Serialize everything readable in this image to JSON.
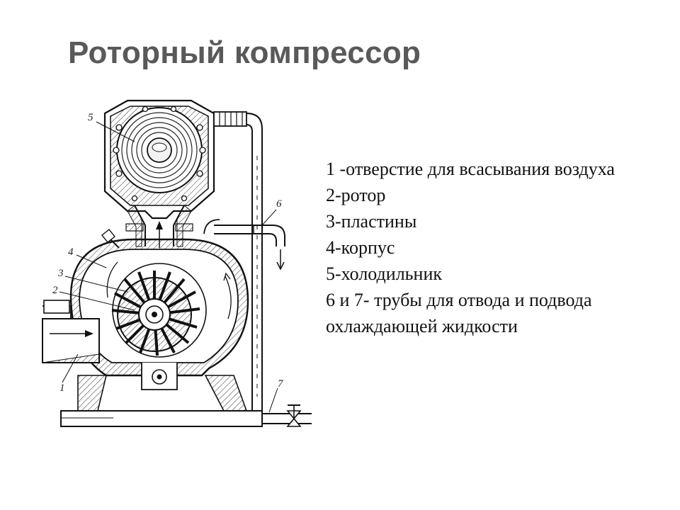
{
  "slide": {
    "title": "Роторный компрессор"
  },
  "legend": {
    "items": [
      "1 -отверстие для всасывания воздуха",
      "2-ротор",
      "3-пластины",
      "4-корпус",
      "5-холодильник",
      "6 и 7- трубы для отвода и подвода охлаждающей жидкости"
    ]
  },
  "diagram": {
    "callouts": [
      "1",
      "2",
      "3",
      "4",
      "5",
      "6",
      "7"
    ]
  }
}
